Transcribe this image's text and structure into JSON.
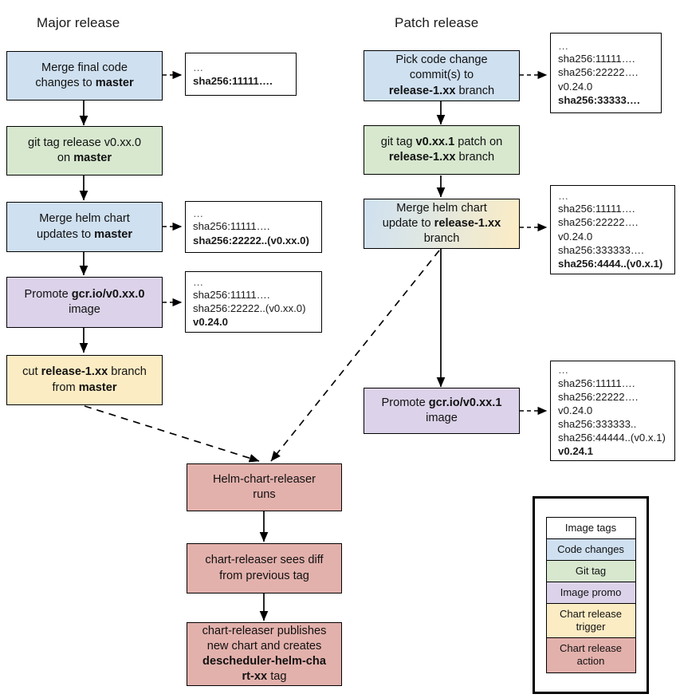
{
  "diagram": {
    "title_major": "Major release",
    "title_patch": "Patch release",
    "colors": {
      "code_changes": "#cfe0f0",
      "git_tag": "#d7e8cf",
      "image_promo": "#dcd3ea",
      "chart_release_trigger": "#fcecc4",
      "chart_release_action": "#e3b1ac",
      "image_tags": "#ffffff",
      "stroke": "#000000"
    }
  },
  "major_flow": [
    {
      "id": "merge-final-code",
      "type": "code_changes",
      "lines": [
        {
          "text": "Merge final code"
        },
        {
          "text": "changes to ",
          "bold_tail": "master"
        }
      ]
    },
    {
      "id": "git-tag-release",
      "type": "git_tag",
      "lines": [
        {
          "text": "git tag release v0.xx.0"
        },
        {
          "text": "on ",
          "bold_tail": "master"
        }
      ]
    },
    {
      "id": "merge-helm-chart-master",
      "type": "code_changes",
      "lines": [
        {
          "text": "Merge helm chart"
        },
        {
          "text": "updates to ",
          "bold_tail": "master"
        }
      ]
    },
    {
      "id": "promote-image-major",
      "type": "image_promo",
      "lines": [
        {
          "text": "Promote ",
          "bold_tail": "gcr.io/v0.xx.0"
        },
        {
          "text": "image"
        }
      ]
    },
    {
      "id": "cut-release-branch",
      "type": "chart_release_trigger",
      "lines": [
        {
          "text": "cut ",
          "bold_mid": "release-1.xx",
          "tail": " branch"
        },
        {
          "text": "from ",
          "bold_tail": "master"
        }
      ]
    }
  ],
  "patch_flow": [
    {
      "id": "pick-code-change",
      "type": "code_changes",
      "lines": [
        {
          "text": "Pick code change"
        },
        {
          "text": "commit(s) to"
        },
        {
          "text": "",
          "bold_mid": "release-1.xx",
          "tail": " branch"
        }
      ]
    },
    {
      "id": "git-tag-patch",
      "type": "git_tag",
      "lines": [
        {
          "text": "git tag ",
          "bold_mid": "v0.xx.1",
          "tail": " patch on"
        },
        {
          "text": "",
          "bold_mid": "release-1.xx",
          "tail": " branch"
        }
      ]
    },
    {
      "id": "merge-helm-chart-release",
      "type": "gradient_code_to_trigger",
      "lines": [
        {
          "text": "Merge helm chart"
        },
        {
          "text": "update to ",
          "bold_tail": "release-1.xx"
        },
        {
          "text": "branch"
        }
      ]
    },
    {
      "id": "promote-image-patch",
      "type": "image_promo",
      "lines": [
        {
          "text": "Promote ",
          "bold_tail": "gcr.io/v0.xx.1"
        },
        {
          "text": "image"
        }
      ]
    }
  ],
  "chart_releaser_flow": [
    {
      "id": "helm-chart-releaser-runs",
      "type": "chart_release_action",
      "lines": [
        {
          "text": "Helm-chart-releaser"
        },
        {
          "text": "runs"
        }
      ]
    },
    {
      "id": "chart-releaser-sees-diff",
      "type": "chart_release_action",
      "lines": [
        {
          "text": "chart-releaser sees diff"
        },
        {
          "text": "from previous tag"
        }
      ]
    },
    {
      "id": "chart-releaser-publishes",
      "type": "chart_release_action",
      "lines": [
        {
          "text": "chart-releaser publishes"
        },
        {
          "text": "new chart and creates"
        },
        {
          "text": "",
          "bold_mid": "descheduler-helm-cha",
          "tail": ""
        },
        {
          "text": "",
          "bold_mid": "rt-xx",
          "tail": " tag"
        }
      ]
    }
  ],
  "tag_boxes": [
    {
      "id": "tags-after-merge-final-code",
      "lines": [
        {
          "text": "…",
          "bold": false,
          "dots": true
        },
        {
          "text": "sha256:11111….",
          "bold": true
        }
      ]
    },
    {
      "id": "tags-after-merge-helm-master",
      "lines": [
        {
          "text": "…",
          "bold": false,
          "dots": true
        },
        {
          "text": "sha256:11111….",
          "bold": false
        },
        {
          "text": "sha256:22222..(v0.xx.0)",
          "bold": true
        }
      ]
    },
    {
      "id": "tags-after-promote-major",
      "lines": [
        {
          "text": "…",
          "bold": false,
          "dots": true
        },
        {
          "text": "sha256:11111….",
          "bold": false
        },
        {
          "text": "sha256:22222..(v0.xx.0)",
          "bold": false
        },
        {
          "text": "v0.24.0",
          "bold": true
        }
      ]
    },
    {
      "id": "tags-after-pick-code-change",
      "lines": [
        {
          "text": "…",
          "bold": false,
          "dots": true
        },
        {
          "text": "sha256:11111….",
          "bold": false
        },
        {
          "text": "sha256:22222….",
          "bold": false
        },
        {
          "text": "v0.24.0",
          "bold": false
        },
        {
          "text": "sha256:33333….",
          "bold": true
        }
      ]
    },
    {
      "id": "tags-after-merge-helm-release",
      "lines": [
        {
          "text": "…",
          "bold": false,
          "dots": true
        },
        {
          "text": "sha256:11111….",
          "bold": false
        },
        {
          "text": "sha256:22222….",
          "bold": false
        },
        {
          "text": "v0.24.0",
          "bold": false
        },
        {
          "text": "sha256:333333….",
          "bold": false
        },
        {
          "text": "sha256:4444..(v0.x.1)",
          "bold": true
        }
      ]
    },
    {
      "id": "tags-after-promote-patch",
      "lines": [
        {
          "text": "…",
          "bold": false,
          "dots": true
        },
        {
          "text": "sha256:11111….",
          "bold": false
        },
        {
          "text": "sha256:22222….",
          "bold": false
        },
        {
          "text": "v0.24.0",
          "bold": false
        },
        {
          "text": "sha256:333333..",
          "bold": false
        },
        {
          "text": "sha256:44444..(v0.x.1)",
          "bold": false
        },
        {
          "text": "v0.24.1",
          "bold": true
        }
      ]
    }
  ],
  "legend": {
    "items": [
      {
        "label": "Image tags",
        "color": "#ffffff"
      },
      {
        "label": "Code changes",
        "color": "#cfe0f0"
      },
      {
        "label": "Git tag",
        "color": "#d7e8cf"
      },
      {
        "label": "Image promo",
        "color": "#dcd3ea"
      },
      {
        "label": "Chart release trigger",
        "color": "#fcecc4"
      },
      {
        "label": "Chart release action",
        "color": "#e3b1ac"
      }
    ]
  }
}
